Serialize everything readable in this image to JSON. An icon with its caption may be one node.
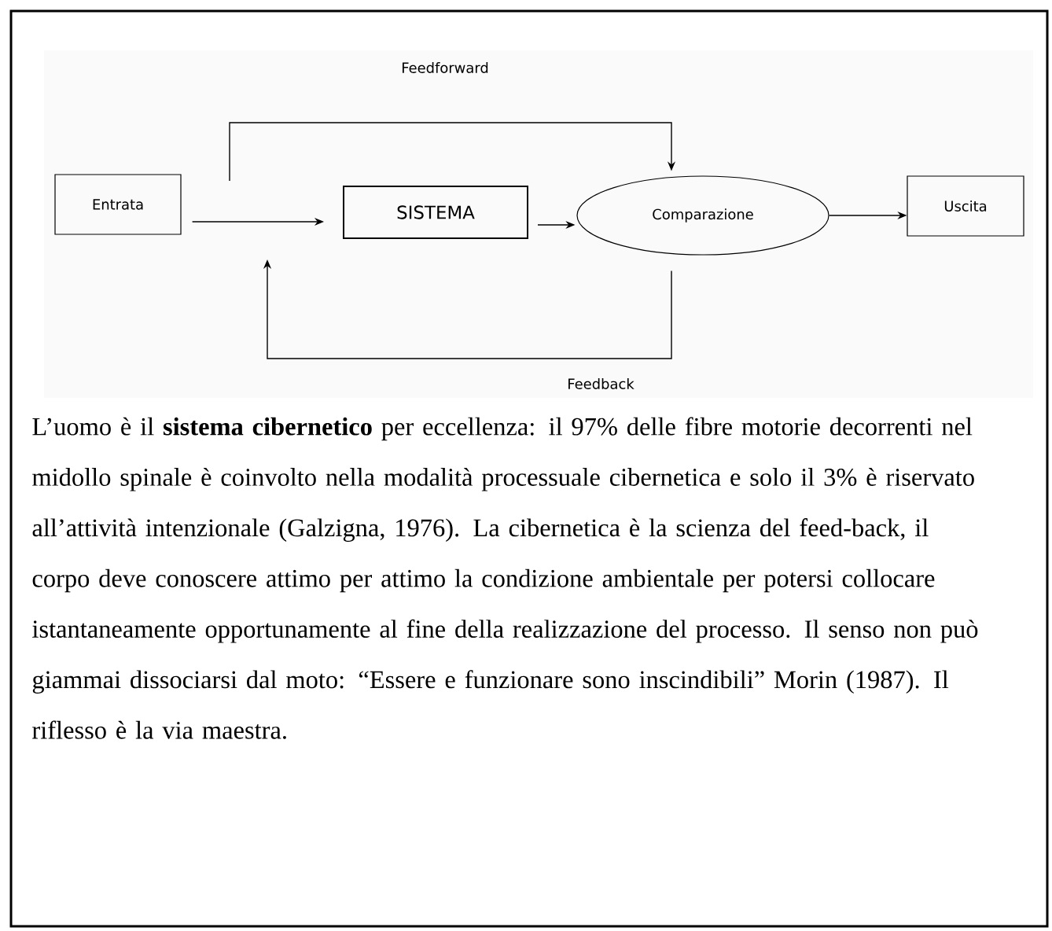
{
  "diagram": {
    "nodes": [
      {
        "text": [
          "Entrata"
        ]
      },
      {
        "text": [
          "SISTEMA"
        ]
      },
      {
        "text": [
          "Comparazione"
        ]
      },
      {
        "text": [
          "Uscita"
        ]
      }
    ],
    "edges": [
      {
        "from": 0,
        "to": 1,
        "arrow": "to"
      },
      {
        "from": 1,
        "to": 2,
        "arrow": "to"
      },
      {
        "from": 2,
        "to": 3,
        "arrow": "to"
      },
      {
        "from": 0,
        "to": 2,
        "arrow": "to",
        "label": "Feedforward"
      },
      {
        "from": 2,
        "to": 1,
        "arrow": "to",
        "label": "Feedback"
      }
    ],
    "labels": [
      "L’uomo è il **sistema cibernetico** per eccellenza: il 97% delle fibre motorie decorrenti nel midollo spinale è coinvolto nella modalità processuale cibernetica e solo il 3% è riservato all’attività intenzionale (Galzigna, 1976). La cibernetica è la scienza del feed-back, il corpo deve conoscere attimo per attimo la condizione ambientale per potersi collocare istantaneamente opportunamente al fine della realizzazione del processo. Il senso non può giammai dissociarsi dal moto: “Essere e funzionare sono inscindibili” Morin (1987). Il riflesso è la via maestra."
    ]
  }
}
